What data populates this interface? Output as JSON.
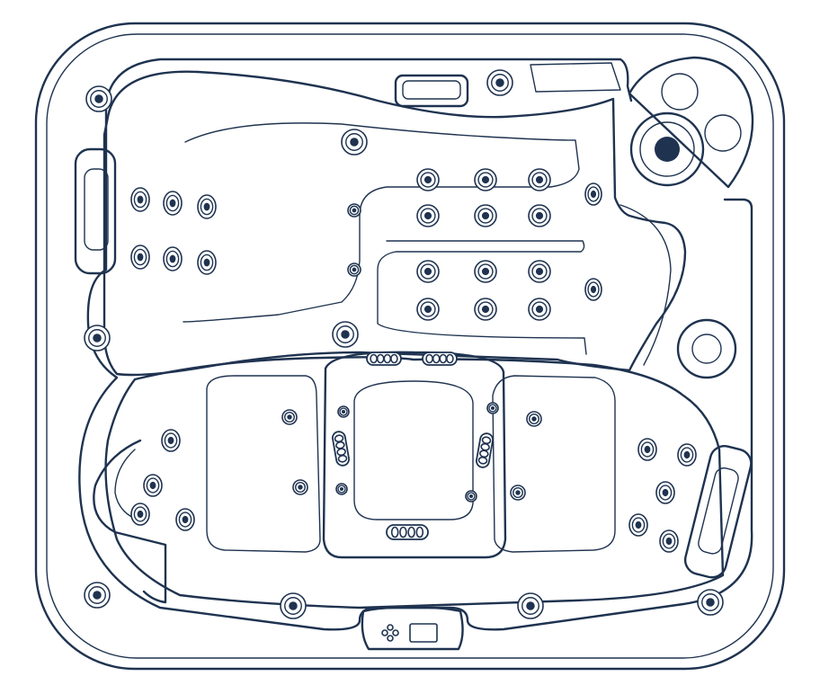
{
  "diagram": {
    "subject": "hot-tub-top-view",
    "line_color": "#1f3350",
    "background": "#ffffff",
    "seats": [
      "lounger-left",
      "captain-seat-right",
      "corner-seat-left",
      "corner-seat-right",
      "footwell"
    ],
    "controls": [
      "control-panel",
      "filter-skimmer",
      "cup-holder-left",
      "cup-holder-right"
    ],
    "jet_groups": [
      {
        "name": "lounger-upper-jets",
        "count": 6
      },
      {
        "name": "captain-back-jets",
        "count": 12
      },
      {
        "name": "footwell-jets",
        "count": 4
      },
      {
        "name": "corner-seat-left-jets",
        "count": 5
      },
      {
        "name": "corner-seat-right-jets",
        "count": 6
      },
      {
        "name": "rim-jets",
        "count": 10
      }
    ]
  }
}
